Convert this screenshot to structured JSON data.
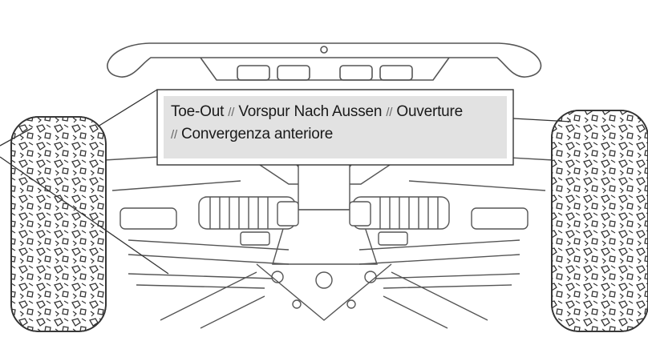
{
  "callout": {
    "line1": [
      "Toe-Out",
      "Vorspur Nach Aussen",
      "Ouverture"
    ],
    "line2": [
      "Convergenza anteriore"
    ],
    "separator": "//"
  },
  "colors": {
    "line": "#555555",
    "tire_fill": "#ffffff",
    "callout_bg": "#e2e2e2",
    "callout_border": "#333333",
    "text": "#1a1a1a"
  },
  "icons": [
    "rc-car-front-suspension-diagram",
    "tire-tread-icon"
  ]
}
